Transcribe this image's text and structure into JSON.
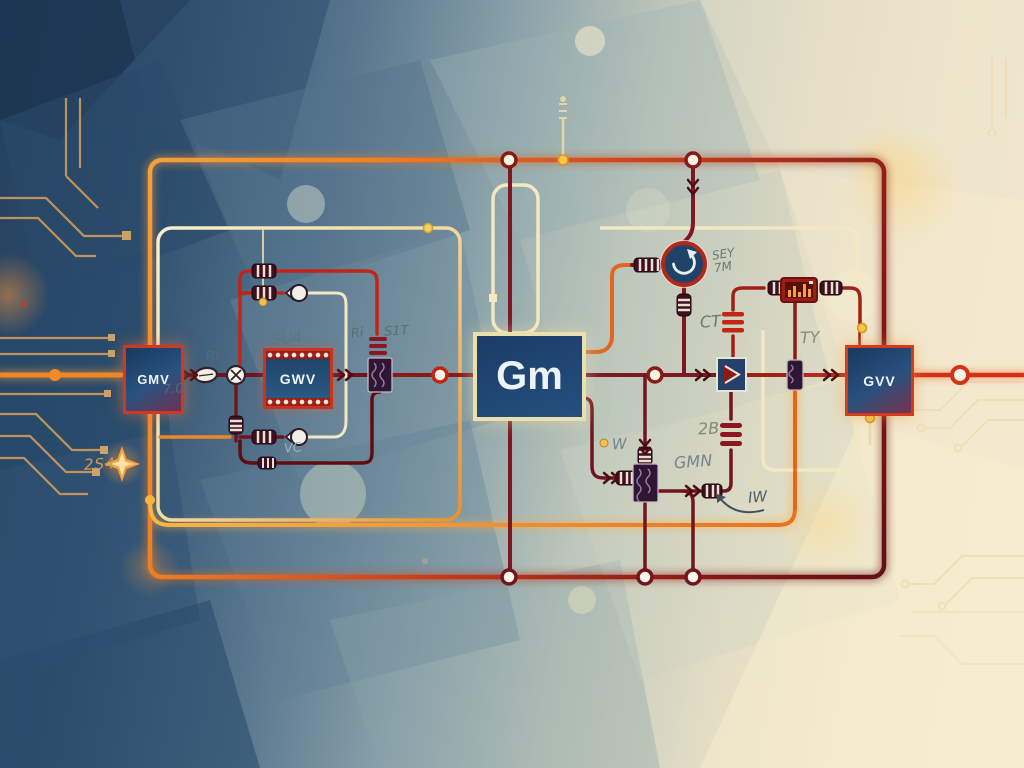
{
  "scene": {
    "description": "Abstract low-poly circuit / signal-flow illustration",
    "palette": {
      "bg_dark_blue": "#24405e",
      "bg_cream": "#f7edd2",
      "wire_orange": "#ef8824",
      "wire_dark_red": "#6d1322",
      "wire_bright_red": "#c22415",
      "wire_cream": "#f2e8c4",
      "block_blue": "#1b3c66",
      "block_border_red": "#cf3822",
      "block_border_cream": "#eadfae",
      "node_yellow": "#f6c64a"
    }
  },
  "blocks": {
    "gmv": "GMV",
    "gwv": "GWV",
    "gm": "Gm",
    "gvv": "GVV"
  },
  "annotations": {
    "rt": "Rt",
    "r20": "7.0",
    "su4": "SU4",
    "ri": "Ri",
    "s1t": "S1T",
    "sey": "SEY",
    "sey2": "7M",
    "ct": "CT",
    "ty": "TY",
    "b2": "2B",
    "gmn": "GMN",
    "iw": "IW",
    "w": "W",
    "vc": "VC",
    "s254": "2S4"
  },
  "icons": {
    "rotate_icon": "circular arrow (refresh) inside ring node",
    "star_icon": "four-point sparkle",
    "node_ring": "open junction ring",
    "node_dot": "solid junction dot",
    "inductor_icon": "striped coil body",
    "capacitor_icon": "stacked plates",
    "amp_icon": "triangle amplifier",
    "meter_icon": "small bar-display module",
    "bulb_icon": "teardrop lamp",
    "transistor_icon": "circle with X"
  }
}
